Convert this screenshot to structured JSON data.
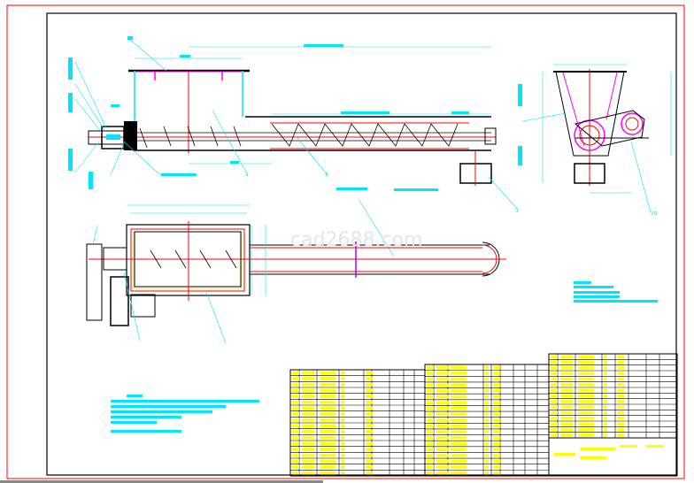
{
  "drawing": {
    "watermark": "cad2688.com",
    "part_labels": [
      "1",
      "2",
      "3",
      "29"
    ]
  },
  "colors": {
    "border": "#ff0000",
    "frame": "#000000",
    "dimension": "#00e5ff",
    "centerline": "#ff0000",
    "table_text": "#ffff00",
    "accent": "#ff00ff"
  }
}
